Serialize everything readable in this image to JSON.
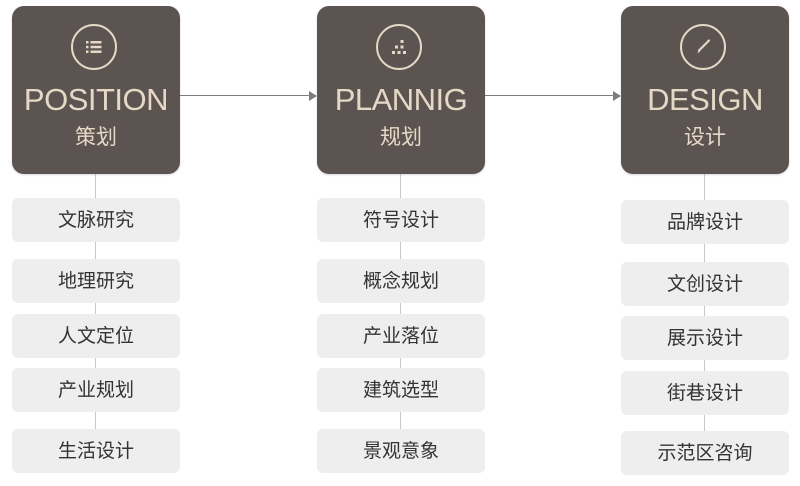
{
  "columns": [
    {
      "title_en": "POSITION",
      "title_cn": "策划",
      "icon": "list-icon",
      "items": [
        "文脉研究",
        "地理研究",
        "人文定位",
        "产业规划",
        "生活设计"
      ]
    },
    {
      "title_en": "PLANNIG",
      "title_cn": "规划",
      "icon": "grid-dots-icon",
      "items": [
        "符号设计",
        "概念规划",
        "产业落位",
        "建筑选型",
        "景观意象"
      ]
    },
    {
      "title_en": "DESIGN",
      "title_cn": "设计",
      "icon": "pen-icon",
      "items": [
        "品牌设计",
        "文创设计",
        "展示设计",
        "街巷设计",
        "示范区咨询"
      ]
    }
  ],
  "colors": {
    "header_bg": "#5b5450",
    "header_text": "#e6d8c6",
    "item_bg": "#eeeeee",
    "item_text": "#333333",
    "connector": "#7d7d7d"
  }
}
